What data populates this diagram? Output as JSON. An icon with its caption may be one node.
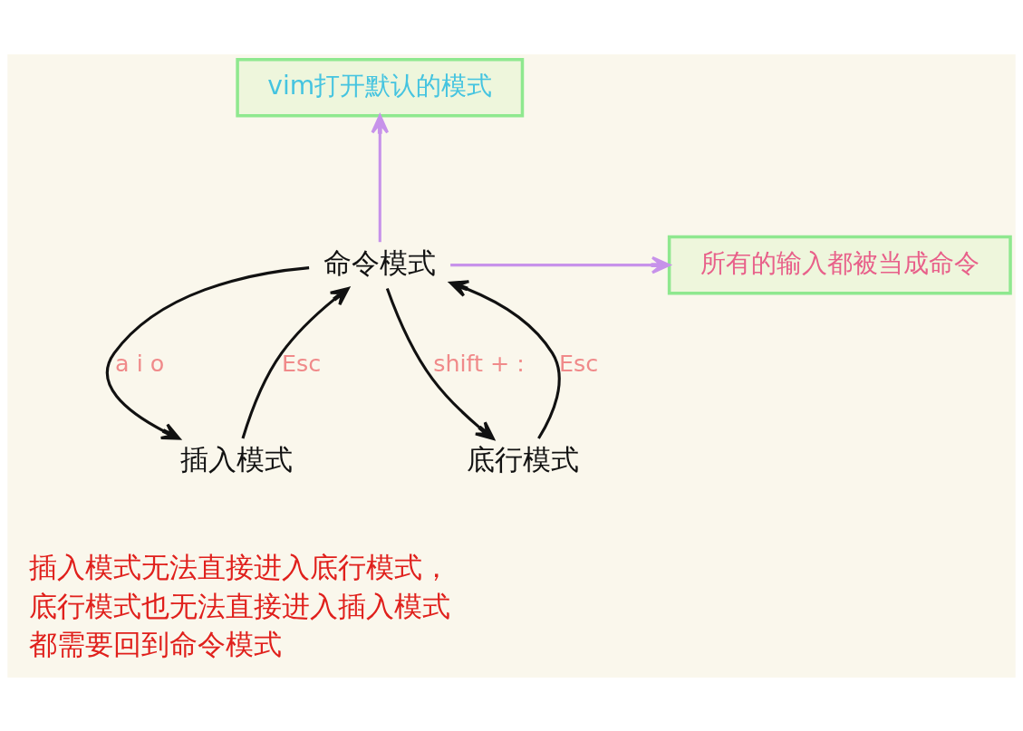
{
  "diagram": {
    "nodes": [
      {
        "text": [
          "vim打开默认的模式"
        ]
      },
      {
        "text": [
          "所有的输入都被当成命令"
        ]
      },
      {
        "text": [
          "命令模式"
        ]
      },
      {
        "text": [
          "插入模式"
        ]
      },
      {
        "text": [
          "底行模式"
        ]
      }
    ],
    "edges": [
      {
        "from": 2,
        "to": 0,
        "arrow": "to",
        "color": "#c792ea"
      },
      {
        "from": 2,
        "to": 1,
        "arrow": "to",
        "color": "#c792ea"
      },
      {
        "from": 2,
        "to": 3,
        "arrow": "to",
        "label": "a i o"
      },
      {
        "from": 3,
        "to": 2,
        "arrow": "to",
        "label": "Esc"
      },
      {
        "from": 4,
        "to": 2,
        "arrow": "to",
        "label": "Esc"
      },
      {
        "from": 2,
        "to": 4,
        "arrow": "to",
        "label": "shift + :"
      }
    ],
    "labels": [
      "插入模式无法直接进入底行模式，底行模式也无法直接进入插入模式都需要回到命令模式"
    ]
  }
}
